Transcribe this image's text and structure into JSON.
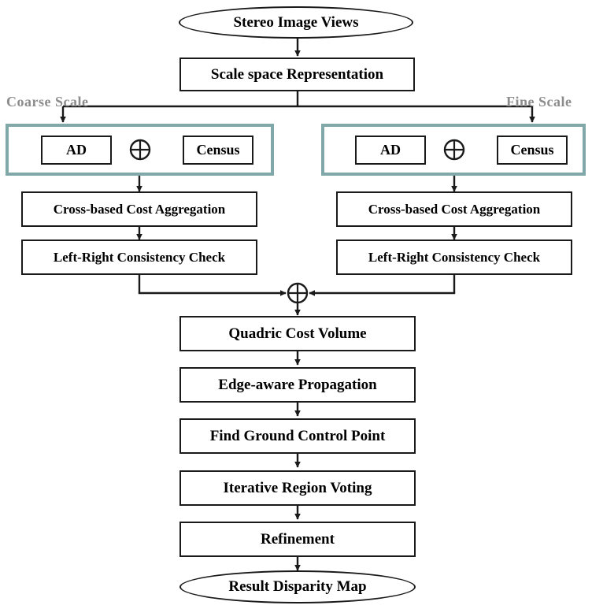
{
  "diagram": {
    "title_flow": "Stereo matching pipeline flowchart",
    "accent_color": "#81a8a8",
    "line_color": "#1a1a1a",
    "label_color": "#8c8c8c",
    "nodes": {
      "start": "Stereo Image Views",
      "scale_space": "Scale space Representation",
      "ad_left": "AD",
      "census_left": "Census",
      "ad_right": "AD",
      "census_right": "Census",
      "agg_left": "Cross-based Cost Aggregation",
      "lrc_left": "Left-Right Consistency Check",
      "agg_right": "Cross-based Cost Aggregation",
      "lrc_right": "Left-Right Consistency Check",
      "quadric": "Quadric Cost Volume",
      "edge_aware": "Edge-aware Propagation",
      "gcp": "Find Ground Control Point",
      "voting": "Iterative Region Voting",
      "refinement": "Refinement",
      "result": "Result Disparity Map"
    },
    "labels": {
      "coarse": "Coarse Scale",
      "fine": "Fine Scale"
    },
    "operators": {
      "combine_left": "plus-circle",
      "combine_right": "plus-circle",
      "merge": "plus-circle"
    }
  }
}
